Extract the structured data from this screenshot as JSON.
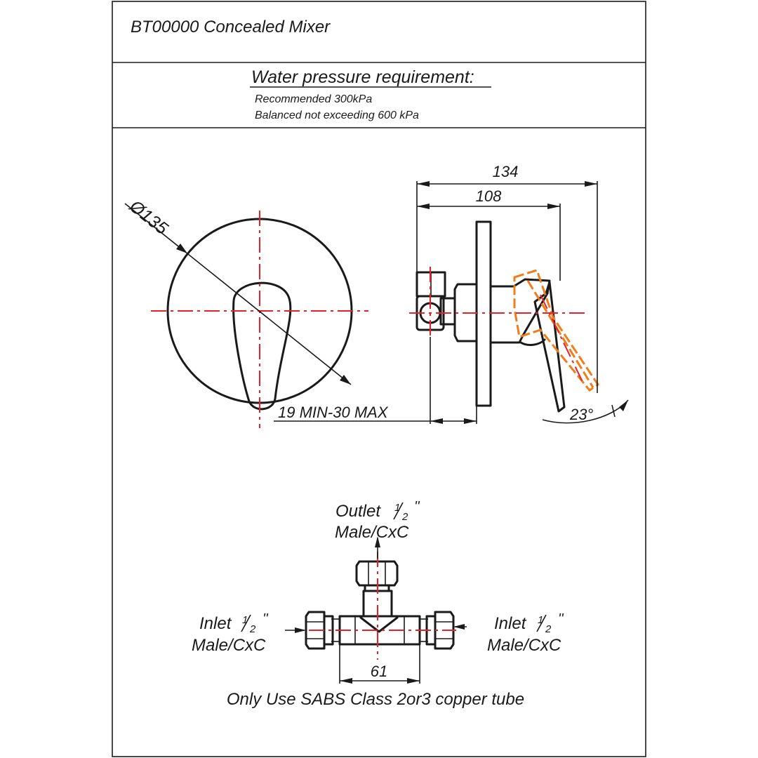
{
  "header": {
    "title": "BT00000 Concealed Mixer"
  },
  "pressure": {
    "heading": "Water pressure requirement:",
    "line1": "Recommended 300kPa",
    "line2": "Balanced not exceeding 600 kPa"
  },
  "dims": {
    "diameter": "Ø135",
    "overall": "134",
    "plate": "108",
    "wall": "19 MIN-30 MAX",
    "angle": "23°",
    "body_width": "61"
  },
  "ports": {
    "outlet_prefix": "Outlet",
    "outlet_spec": "Male/CxC",
    "inlet_left_prefix": "Inlet",
    "inlet_left_spec": "Male/CxC",
    "inlet_right_prefix": "Inlet",
    "inlet_right_spec": "Male/CxC",
    "fraction_num": "1",
    "fraction_den": "2",
    "inch_mark": "''"
  },
  "footer": {
    "note": "Only Use SABS Class 2or3 copper tube"
  },
  "colors": {
    "line": "#1a1a1a",
    "centerline": "#e8202a",
    "rotated_handle": "#f07d1a"
  }
}
